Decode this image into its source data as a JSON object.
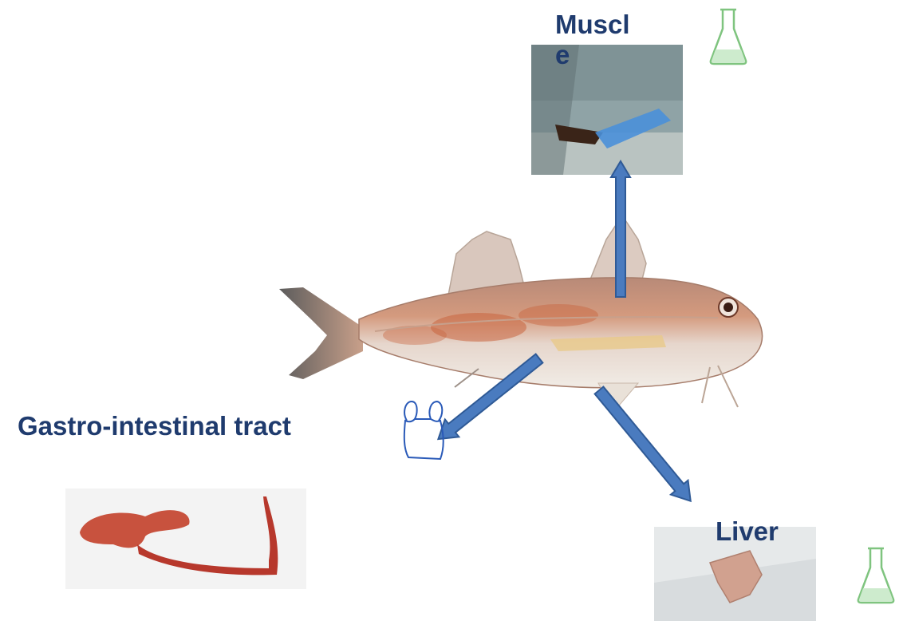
{
  "labels": {
    "muscle_line1": "Muscl",
    "muscle_line2": "e",
    "gastro": "Gastro-intestinal tract",
    "liver": "Liver"
  },
  "colors": {
    "label_text": "#1f3b6e",
    "arrow_fill": "#4a7bbf",
    "arrow_stroke": "#2f5a96",
    "flask": "#7fc47f",
    "bag_outline": "#2a5ab8"
  },
  "icons": {
    "muscle_flask": "flask-icon",
    "liver_flask": "flask-icon",
    "gastro_bag": "plastic-bag-icon"
  }
}
